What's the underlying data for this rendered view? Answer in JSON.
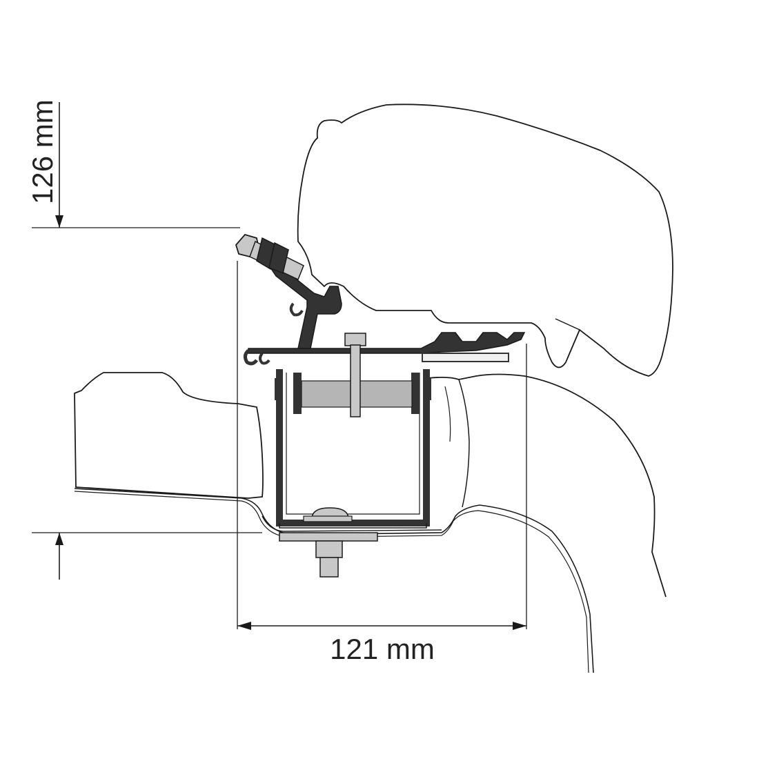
{
  "dimensions": {
    "height_label": "126 mm",
    "width_label": "121 mm"
  },
  "colors": {
    "line": "#1a1a1a",
    "bracket": "#333333",
    "plate": "#c8c8c8",
    "hardware": "#b5b5b5",
    "background": "#ffffff"
  },
  "icons": [
    "awning-casing",
    "vehicle-roof-profile",
    "mounting-bracket",
    "clamp-bolt",
    "roof-bolt"
  ]
}
